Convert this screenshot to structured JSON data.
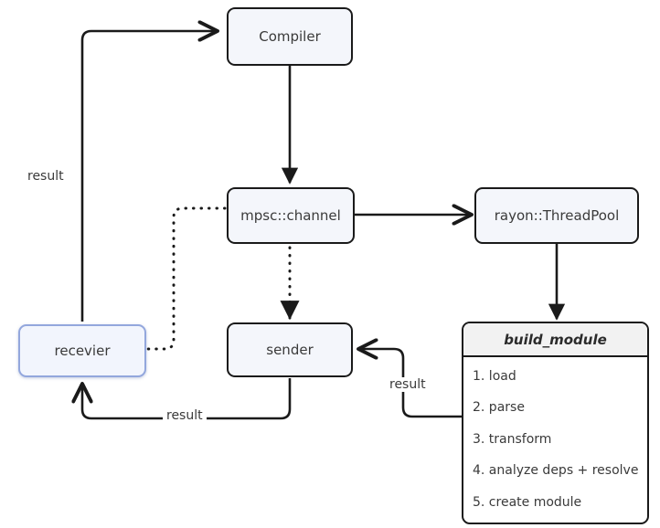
{
  "diagram": {
    "title": "compiler pipeline flow",
    "colors": {
      "node_fill": "#f4f6fb",
      "node_stroke": "#1a1a1a",
      "accent_stroke": "#93a7dd",
      "accent_fill": "#f2f5fd",
      "header_fill": "#f2f2f2",
      "text": "#3a3a3a",
      "background": "#ffffff"
    },
    "nodes": {
      "compiler": {
        "label": "Compiler"
      },
      "channel": {
        "label": "mpsc::channel"
      },
      "threadpool": {
        "label": "rayon::ThreadPool"
      },
      "receiver": {
        "label": "recevier"
      },
      "sender": {
        "label": "sender"
      },
      "build_module": {
        "header": "build_module",
        "items": [
          "1. load",
          "2. parse",
          "3. transform",
          "4. analyze deps + resolve",
          "5. create module"
        ]
      }
    },
    "edge_labels": {
      "result_left": "result",
      "result_bottom": "result",
      "result_right": "result"
    }
  }
}
